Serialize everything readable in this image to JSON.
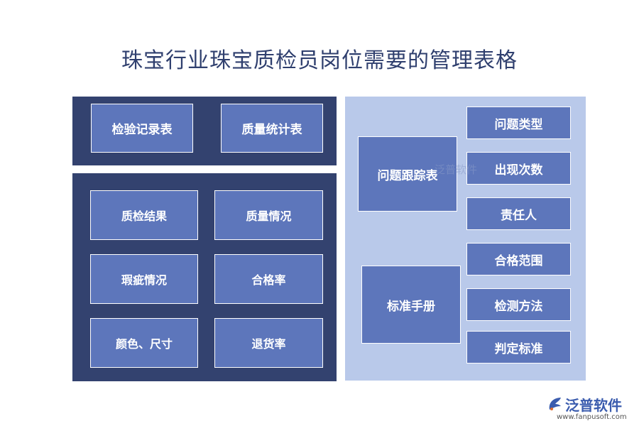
{
  "title": "珠宝行业珠宝质检员岗位需要的管理表格",
  "top_left": [
    "检验记录表",
    "质量统计表"
  ],
  "bottom_left": [
    "质检结果",
    "质量情况",
    "瑕疵情况",
    "合格率",
    "颜色、尺寸",
    "退货率"
  ],
  "right": {
    "group1": {
      "label": "问题跟踪表",
      "items": [
        "问题类型",
        "出现次数",
        "责任人"
      ]
    },
    "group2": {
      "label": "标准手册",
      "items": [
        "合格范围",
        "检测方法",
        "判定标准"
      ]
    }
  },
  "watermark": "泛普软件",
  "logo": {
    "name": "泛普软件",
    "url": "www.fanpusoft.com",
    "icon": "fanpu-logo-icon"
  },
  "colors": {
    "dark_panel": "#33426f",
    "light_panel": "#b9c9ea",
    "box": "#5d76bb",
    "title": "#2f3f6e"
  }
}
